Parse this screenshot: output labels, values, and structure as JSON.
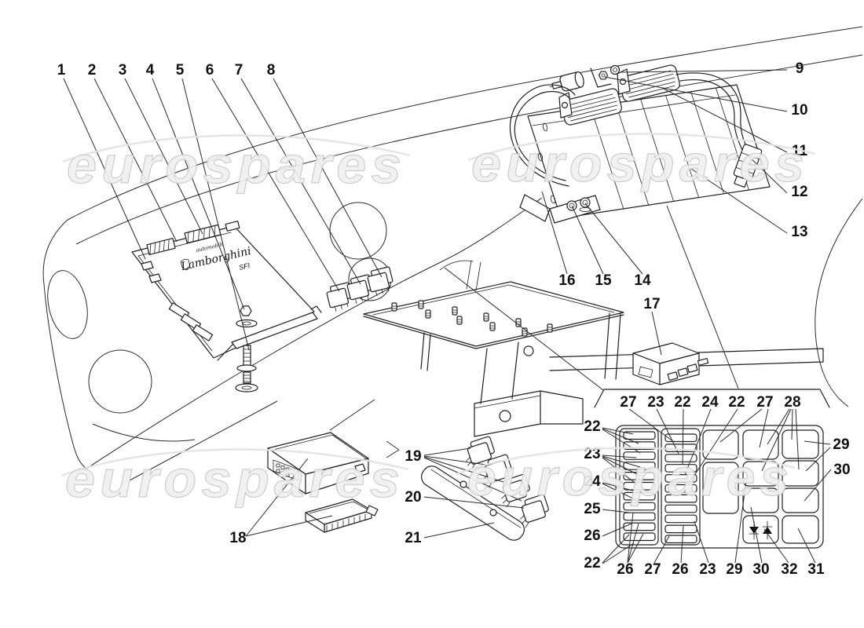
{
  "diagram": {
    "watermark_text": "eurospares",
    "cover_brand_small": "automobili",
    "cover_brand": "Lamborghini",
    "cover_brand_code": "SFI"
  },
  "callouts": {
    "top": [
      "1",
      "2",
      "3",
      "4",
      "5",
      "6",
      "7",
      "8"
    ],
    "right": [
      "9",
      "10",
      "11",
      "12",
      "13"
    ],
    "assembly_bottom": [
      "16",
      "15",
      "14"
    ],
    "relay17": "17",
    "ecu18": "18",
    "bracket": [
      "19",
      "20",
      "21"
    ]
  },
  "fusebox": {
    "top_labels": [
      "27",
      "23",
      "22",
      "24",
      "22",
      "27",
      "28"
    ],
    "left_labels": [
      "22",
      "23",
      "24",
      "25",
      "26",
      "22"
    ],
    "bottom_labels": [
      "26",
      "27",
      "26",
      "23",
      "29",
      "30",
      "32",
      "31"
    ],
    "right_labels": [
      "29",
      "30"
    ]
  }
}
